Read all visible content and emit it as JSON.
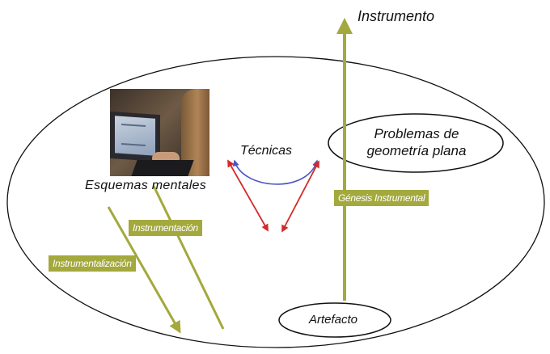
{
  "diagram": {
    "instrumento": "Instrumento",
    "problemas_line1": "Problemas de",
    "problemas_line2": "geometría plana",
    "tecnicas": "Técnicas",
    "esquemas": "Esquemas mentales",
    "artefacto": "Artefacto",
    "genesis": "Génesis Instrumental",
    "instrumentacion": "Instrumentación",
    "instrumentalizacion": "Instrumentalización"
  },
  "colors": {
    "olive": "#a3a93c",
    "arrow_red": "#d42a2a",
    "arrow_blue": "#4a56c8"
  }
}
